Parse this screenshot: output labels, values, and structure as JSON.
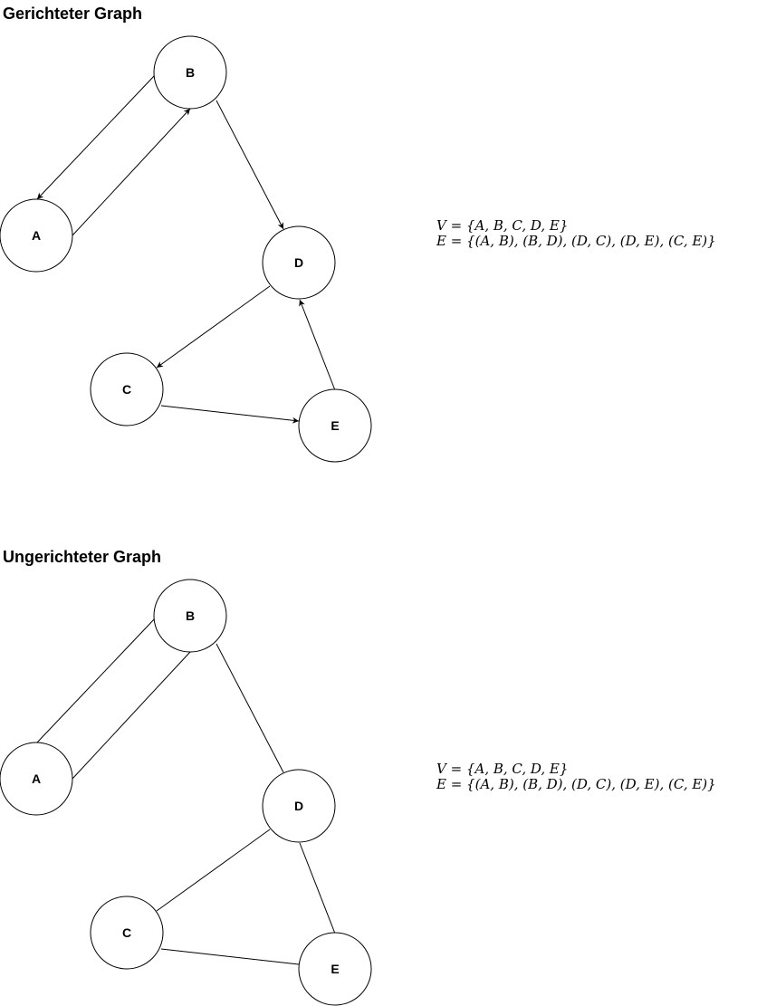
{
  "graphs": [
    {
      "id": "directed",
      "title": "Gerichteter Graph",
      "directed": true,
      "formula_v": "V = {A, B, C, D, E}",
      "formula_e": "E = {(A, B), (B, D), (D, C), (D, E), (C, E)}",
      "nodes": [
        "A",
        "B",
        "C",
        "D",
        "E"
      ],
      "edges": [
        [
          "B",
          "A"
        ],
        [
          "A",
          "B"
        ],
        [
          "B",
          "D"
        ],
        [
          "D",
          "C"
        ],
        [
          "C",
          "E"
        ],
        [
          "E",
          "D"
        ]
      ]
    },
    {
      "id": "undirected",
      "title": "Ungerichteter Graph",
      "directed": false,
      "formula_v": "V = {A, B, C, D, E}",
      "formula_e": "E = {(A, B), (B, D), (D, C), (D, E), (C, E)}",
      "nodes": [
        "A",
        "B",
        "C",
        "D",
        "E"
      ],
      "edges": [
        [
          "B",
          "A"
        ],
        [
          "A",
          "B"
        ],
        [
          "B",
          "D"
        ],
        [
          "D",
          "C"
        ],
        [
          "C",
          "E"
        ],
        [
          "E",
          "D"
        ]
      ]
    }
  ]
}
